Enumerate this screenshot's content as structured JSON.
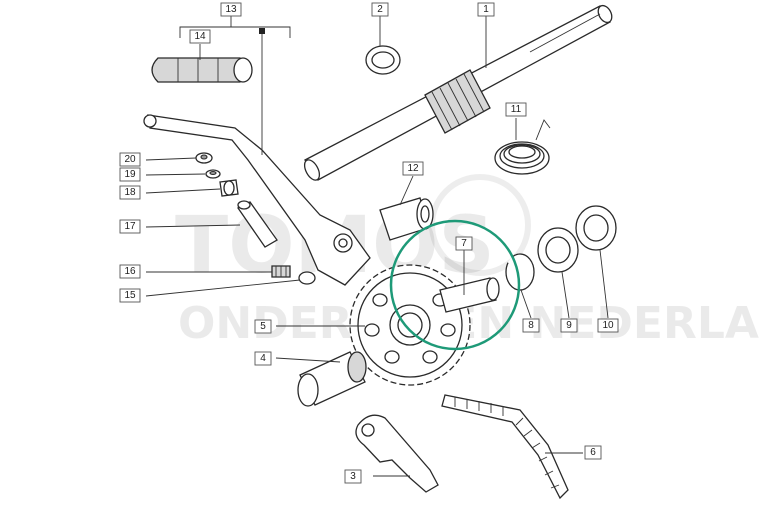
{
  "watermark": {
    "line1": "TOMOS",
    "line2": "ONDERDELEN NEDERLAND"
  },
  "highlight_color": "#1e9a78",
  "callouts": [
    {
      "id": "1",
      "label": "1"
    },
    {
      "id": "2",
      "label": "2"
    },
    {
      "id": "3",
      "label": "3"
    },
    {
      "id": "4",
      "label": "4"
    },
    {
      "id": "5",
      "label": "5"
    },
    {
      "id": "6",
      "label": "6"
    },
    {
      "id": "7",
      "label": "7"
    },
    {
      "id": "8",
      "label": "8"
    },
    {
      "id": "9",
      "label": "9"
    },
    {
      "id": "10",
      "label": "10"
    },
    {
      "id": "11",
      "label": "11"
    },
    {
      "id": "12",
      "label": "12"
    },
    {
      "id": "13",
      "label": "13"
    },
    {
      "id": "14",
      "label": "14"
    },
    {
      "id": "15",
      "label": "15"
    },
    {
      "id": "16",
      "label": "16"
    },
    {
      "id": "17",
      "label": "17"
    },
    {
      "id": "18",
      "label": "18"
    },
    {
      "id": "19",
      "label": "19"
    },
    {
      "id": "20",
      "label": "20"
    }
  ]
}
